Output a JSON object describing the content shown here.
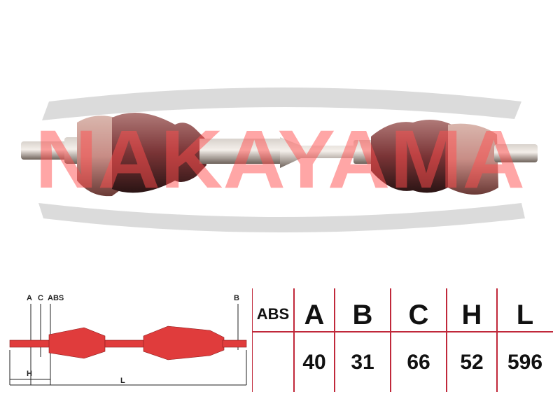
{
  "watermark": {
    "brand": "NAKAYAMA",
    "color": "#ff4d4d"
  },
  "product_photo": {
    "icon": "cv-drive-shaft-icon"
  },
  "diagram": {
    "labels": {
      "A": "A",
      "C": "C",
      "ABS": "ABS",
      "B": "B",
      "H": "H",
      "L": "L"
    },
    "accent": "#e03c3c"
  },
  "spec_table": {
    "columns": [
      {
        "key": "abs",
        "header": "ABS",
        "value": ""
      },
      {
        "key": "a",
        "header": "A",
        "value": "40"
      },
      {
        "key": "b",
        "header": "B",
        "value": "31"
      },
      {
        "key": "c",
        "header": "C",
        "value": "66"
      },
      {
        "key": "h",
        "header": "H",
        "value": "52"
      },
      {
        "key": "l",
        "header": "L",
        "value": "596"
      }
    ],
    "border_color": "#c0283a"
  }
}
